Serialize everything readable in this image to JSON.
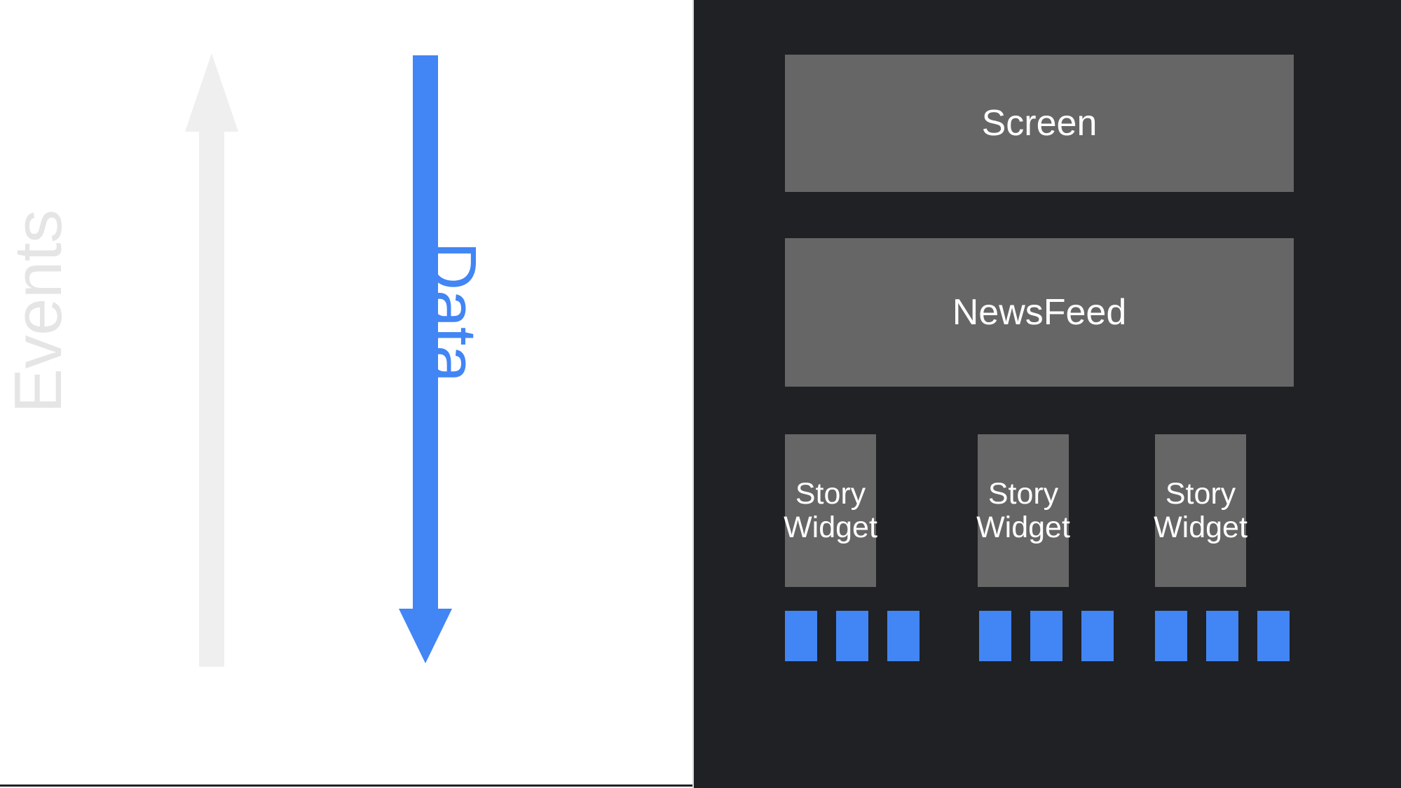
{
  "diagram": {
    "title": "Unidirectional data flow diagram",
    "flows": [
      {
        "id": "events",
        "label": "Events",
        "direction": "up",
        "color": "#e5e5e5",
        "icon": "arrow-up-icon"
      },
      {
        "id": "data",
        "label": "Data",
        "direction": "down",
        "color": "#4285f4",
        "icon": "arrow-down-icon"
      }
    ],
    "tree": {
      "background_color": "#202124",
      "node_color": "#666666",
      "leaf_color": "#4285f4",
      "nodes": [
        {
          "id": "screen",
          "label": "Screen",
          "level": 0
        },
        {
          "id": "newsfeed",
          "label": "NewsFeed",
          "level": 1
        },
        {
          "id": "story-widget-1",
          "label": "Story\nWidget",
          "level": 2
        },
        {
          "id": "story-widget-2",
          "label": "Story\nWidget",
          "level": 2
        },
        {
          "id": "story-widget-3",
          "label": "Story\nWidget",
          "level": 2
        }
      ],
      "leaf_groups": [
        {
          "parent": "story-widget-1",
          "count": 3
        },
        {
          "parent": "story-widget-2",
          "count": 3
        },
        {
          "parent": "story-widget-3",
          "count": 3
        }
      ]
    }
  }
}
